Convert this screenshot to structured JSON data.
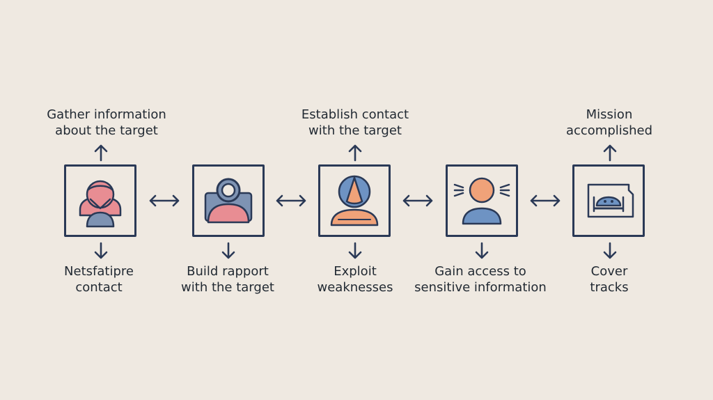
{
  "steps": [
    {
      "top": [
        "Gather information",
        "about the target"
      ],
      "bottom": [
        "Netsfatipre",
        "contact"
      ],
      "icon": "person-mask-icon"
    },
    {
      "top": [],
      "bottom": [
        "Build rapport",
        "with the target"
      ],
      "icon": "person-frame-icon"
    },
    {
      "top": [
        "Establish contact",
        "with the target"
      ],
      "bottom": [
        "Exploit",
        "weaknesses"
      ],
      "icon": "hooded-person-icon"
    },
    {
      "top": [],
      "bottom": [
        "Gain access to",
        "sensitive information"
      ],
      "icon": "person-signal-icon"
    },
    {
      "top": [
        "Mission",
        "accomplished"
      ],
      "bottom": [
        "Cover",
        "tracks"
      ],
      "icon": "helmet-screen-icon"
    }
  ],
  "colors": {
    "background": "#efe9e1",
    "stroke": "#2a3956",
    "pink": "#e88d93",
    "blue": "#6e93c3",
    "orange": "#f0a279",
    "steel": "#7e93b3"
  }
}
